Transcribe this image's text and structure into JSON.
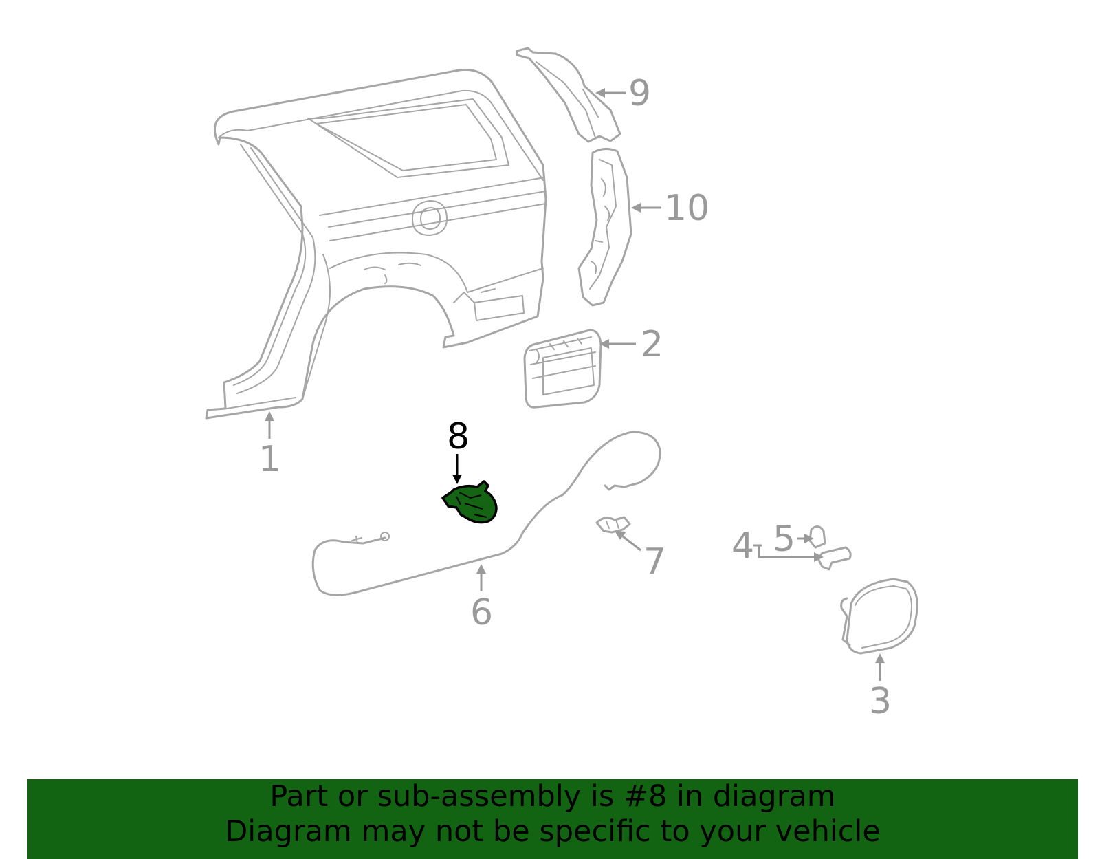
{
  "diagram": {
    "callouts": [
      "1",
      "2",
      "3",
      "4",
      "5",
      "6",
      "7",
      "8",
      "9",
      "10"
    ],
    "highlighted_part": "8",
    "colors": {
      "part_outline": "#a6a6a6",
      "callout_text": "#9a9a9a",
      "highlight_fill": "#146414",
      "highlight_callout": "#000000"
    }
  },
  "banner": {
    "line1": "Part or sub-assembly is #8 in diagram",
    "line2": "Diagram may not be specific to your vehicle",
    "background": "#126312"
  }
}
